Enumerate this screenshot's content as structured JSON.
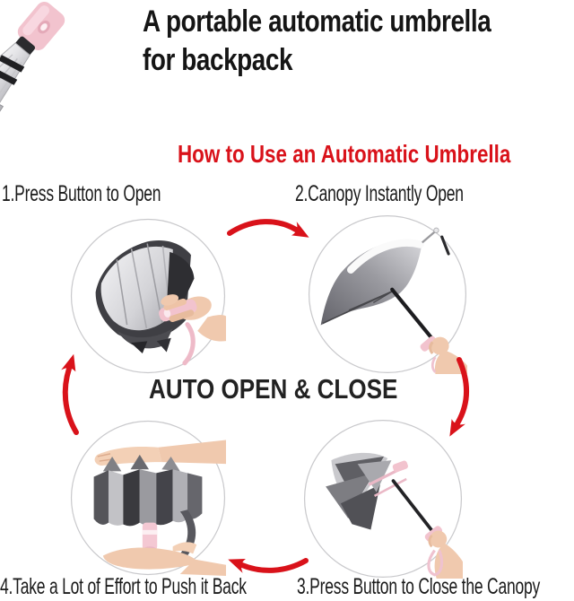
{
  "title": {
    "line1": "A portable automatic umbrella",
    "line2": "for backpack"
  },
  "heading": {
    "text": "How to Use an Automatic Umbrella"
  },
  "center": {
    "label": "AUTO OPEN & CLOSE"
  },
  "steps": [
    {
      "label": "1.Press Button to Open",
      "position": "top-left"
    },
    {
      "label": "2.Canopy Instantly Open",
      "position": "top-right"
    },
    {
      "label": "3.Press Button to Close the Canopy",
      "position": "bottom-right"
    },
    {
      "label": "4.Take a Lot of Effort to Push it Back",
      "position": "bottom-left"
    }
  ],
  "photos": [
    {
      "name": "folded-umbrella-product-photo"
    },
    {
      "name": "hand-pressing-button-on-folded-umbrella"
    },
    {
      "name": "open-umbrella-held-by-hand"
    },
    {
      "name": "collapsed-umbrella-held-by-hand"
    },
    {
      "name": "two-hands-pushing-folded-umbrella-back"
    }
  ],
  "icons": {
    "arrows": [
      "arrow-step1-to-step2",
      "arrow-step2-to-step3",
      "arrow-step3-to-step4",
      "arrow-step4-to-step1"
    ]
  },
  "colors": {
    "accent_red": "#d9121a",
    "handle_pink": "#f2c3ce",
    "canopy_silver": "#c9c9cd",
    "canopy_dark": "#3f3f44",
    "skin": "#f0c9ae",
    "text_black": "#1a1a1a",
    "circle_gray": "#c9c9cc"
  }
}
